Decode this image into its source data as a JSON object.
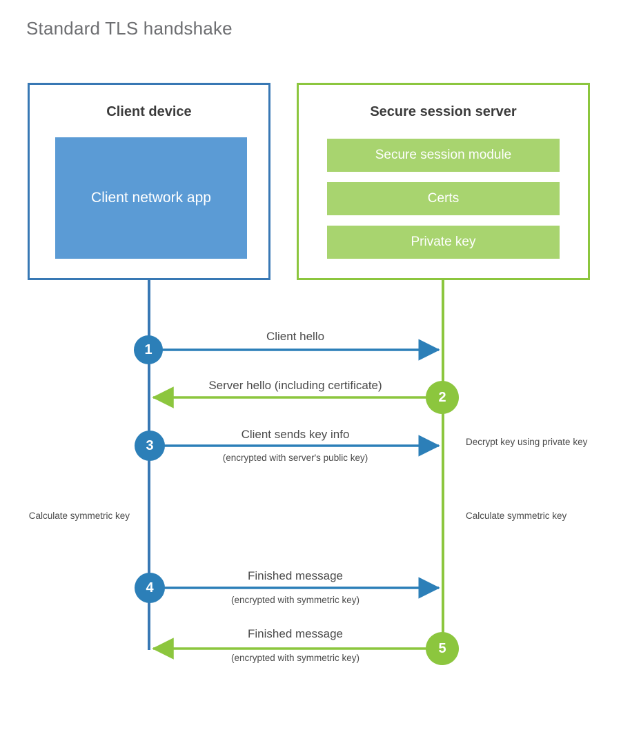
{
  "title": "Standard TLS handshake",
  "colors": {
    "client_border": "#3878b4",
    "client_block": "#5b9bd5",
    "server_border": "#8cc63e",
    "server_block": "#a8d46f",
    "client_accent": "#2c7fb8",
    "server_accent": "#8cc63e",
    "text": "#4a4a4a",
    "title_text": "#6d6e71",
    "background": "#ffffff"
  },
  "parties": {
    "client": {
      "title": "Client device",
      "blocks": [
        {
          "label": "Client network app"
        }
      ]
    },
    "server": {
      "title": "Secure session server",
      "blocks": [
        {
          "label": "Secure session module"
        },
        {
          "label": "Certs"
        },
        {
          "label": "Private key"
        }
      ]
    }
  },
  "steps": [
    {
      "number": "1",
      "label": "Client hello",
      "sublabel": "",
      "direction": "client-to-server",
      "color": "#2c7fb8"
    },
    {
      "number": "2",
      "label": "Server hello (including certificate)",
      "sublabel": "",
      "direction": "server-to-client",
      "color": "#8cc63e"
    },
    {
      "number": "3",
      "label": "Client sends key info",
      "sublabel": "(encrypted with server's public key)",
      "direction": "client-to-server",
      "color": "#2c7fb8"
    },
    {
      "number": "4",
      "label": "Finished message",
      "sublabel": "(encrypted with symmetric key)",
      "direction": "client-to-server",
      "color": "#2c7fb8"
    },
    {
      "number": "5",
      "label": "Finished message",
      "sublabel": "(encrypted with symmetric key)",
      "direction": "server-to-client",
      "color": "#8cc63e"
    }
  ],
  "annotations": {
    "server_decrypt": "Decrypt key using private key",
    "client_calculate": "Calculate symmetric key",
    "server_calculate": "Calculate symmetric key"
  }
}
